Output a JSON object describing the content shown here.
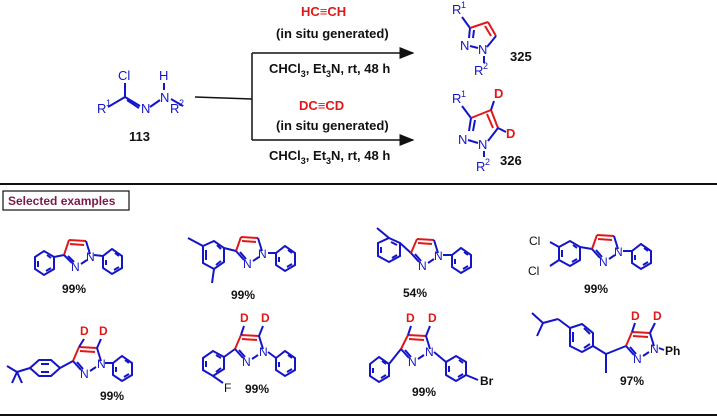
{
  "colors": {
    "bond": "#1515c8",
    "new_ring": "#e01818",
    "text": "#111111",
    "box_label": "#7a1a4a",
    "rule": "#111111"
  },
  "reaction": {
    "starting_material": {
      "atoms": {
        "cl": "Cl",
        "r1": "R",
        "r1_sup": "1",
        "n1": "N",
        "n2": "N",
        "h": "H",
        "r2": "R",
        "r2_sup": "2"
      },
      "compound_number": "113"
    },
    "route_a": {
      "reagent": "HC≡CH",
      "reagent_note": "(in situ generated)",
      "conditions": "CHCl",
      "conditions_sub": "3",
      "conditions_rest": ", Et",
      "conditions_sub2": "3",
      "conditions_end": "N, rt, 48 h",
      "product_number": "325",
      "product_atoms": {
        "r1": "R",
        "r1_sup": "1",
        "n1": "N",
        "n2": "N",
        "r2": "R",
        "r2_sup": "2"
      }
    },
    "route_b": {
      "reagent": "DC≡CD",
      "reagent_note": "(in situ generated)",
      "conditions": "CHCl",
      "conditions_sub": "3",
      "conditions_rest": ", Et",
      "conditions_sub2": "3",
      "conditions_end": "N, rt, 48 h",
      "product_number": "326",
      "product_atoms": {
        "r1": "R",
        "r1_sup": "1",
        "n1": "N",
        "n2": "N",
        "r2": "R",
        "r2_sup": "2",
        "d1": "D",
        "d2": "D"
      }
    }
  },
  "examples_section": {
    "label": "Selected examples",
    "row1": [
      {
        "yield": "99%"
      },
      {
        "yield": "99%"
      },
      {
        "yield": "54%"
      },
      {
        "yield": "99%",
        "cl_a": "Cl",
        "cl_b": "Cl"
      }
    ],
    "row2": [
      {
        "yield": "99%"
      },
      {
        "yield": "99%",
        "f": "F"
      },
      {
        "yield": "99%",
        "br": "Br"
      },
      {
        "yield": "97%",
        "ph": "Ph"
      }
    ],
    "atom_n": "N",
    "atom_d": "D"
  }
}
